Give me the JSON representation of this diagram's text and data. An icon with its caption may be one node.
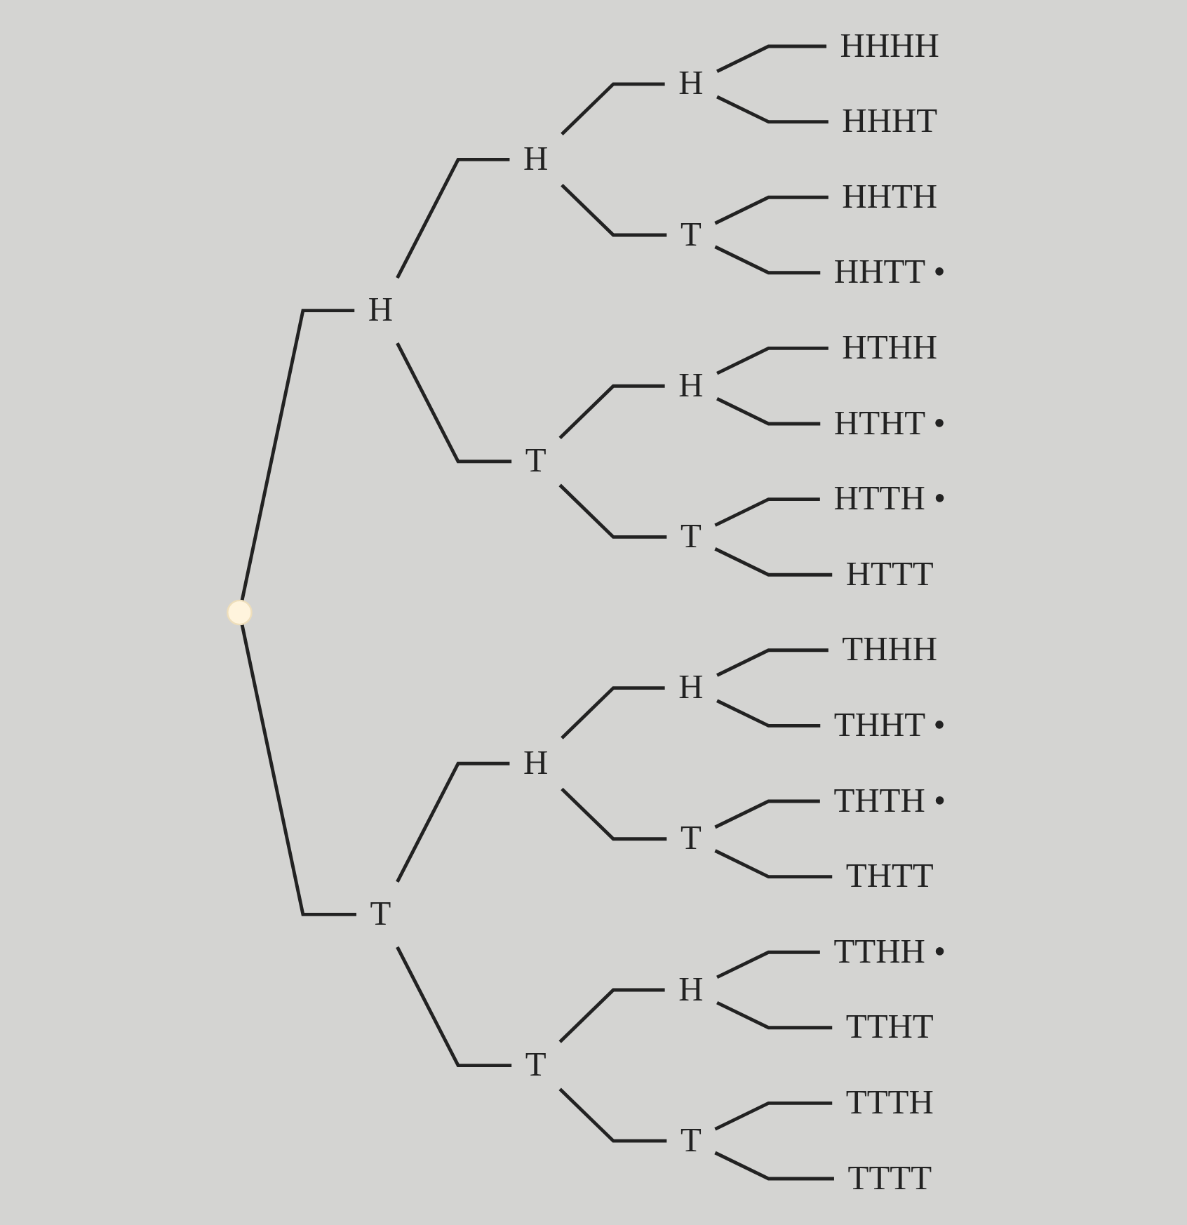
{
  "diagram": {
    "nodes": [
      {
        "text": [],
        "shape": "point"
      },
      {
        "text": [
          "H"
        ]
      },
      {
        "text": [
          "H"
        ]
      },
      {
        "text": [
          "H"
        ]
      },
      {
        "text": [
          "HHHH"
        ]
      },
      {
        "text": [
          "HHHT"
        ]
      },
      {
        "text": [
          "T"
        ]
      },
      {
        "text": [
          "HHTH"
        ]
      },
      {
        "text": [
          "HHTT"
        ],
        "beside": [
          "•"
        ]
      },
      {
        "text": [
          "T"
        ]
      },
      {
        "text": [
          "H"
        ]
      },
      {
        "text": [
          "HTHH"
        ]
      },
      {
        "text": [
          "HTHT"
        ],
        "beside": [
          "•"
        ]
      },
      {
        "text": [
          "T"
        ]
      },
      {
        "text": [
          "HTTH"
        ],
        "beside": [
          "•"
        ]
      },
      {
        "text": [
          "HTTT"
        ]
      },
      {
        "text": [
          "T"
        ]
      },
      {
        "text": [
          "H"
        ]
      },
      {
        "text": [
          "H"
        ]
      },
      {
        "text": [
          "THHH"
        ]
      },
      {
        "text": [
          "THHT"
        ],
        "beside": [
          "•"
        ]
      },
      {
        "text": [
          "T"
        ]
      },
      {
        "text": [
          "THTH"
        ],
        "beside": [
          "•"
        ]
      },
      {
        "text": [
          "THTT"
        ]
      },
      {
        "text": [
          "T"
        ]
      },
      {
        "text": [
          "H"
        ]
      },
      {
        "text": [
          "TTHH"
        ],
        "beside": [
          "•"
        ]
      },
      {
        "text": [
          "TTHT"
        ]
      },
      {
        "text": [
          "T"
        ]
      },
      {
        "text": [
          "TTTH"
        ]
      },
      {
        "text": [
          "TTTT"
        ]
      }
    ],
    "edges": [
      {
        "from": 0,
        "to": 1,
        "arrow": "none"
      },
      {
        "from": 1,
        "to": 2,
        "arrow": "none"
      },
      {
        "from": 2,
        "to": 3,
        "arrow": "none"
      },
      {
        "from": 3,
        "to": 4,
        "arrow": "none"
      },
      {
        "from": 3,
        "to": 5,
        "arrow": "none"
      },
      {
        "from": 2,
        "to": 6,
        "arrow": "none"
      },
      {
        "from": 6,
        "to": 7,
        "arrow": "none"
      },
      {
        "from": 6,
        "to": 8,
        "arrow": "none"
      },
      {
        "from": 1,
        "to": 9,
        "arrow": "none"
      },
      {
        "from": 9,
        "to": 10,
        "arrow": "none"
      },
      {
        "from": 10,
        "to": 11,
        "arrow": "none"
      },
      {
        "from": 10,
        "to": 12,
        "arrow": "none"
      },
      {
        "from": 9,
        "to": 13,
        "arrow": "none"
      },
      {
        "from": 13,
        "to": 14,
        "arrow": "none"
      },
      {
        "from": 13,
        "to": 15,
        "arrow": "none"
      },
      {
        "from": 0,
        "to": 16,
        "arrow": "none"
      },
      {
        "from": 16,
        "to": 17,
        "arrow": "none"
      },
      {
        "from": 17,
        "to": 18,
        "arrow": "none"
      },
      {
        "from": 18,
        "to": 19,
        "arrow": "none"
      },
      {
        "from": 18,
        "to": 20,
        "arrow": "none"
      },
      {
        "from": 17,
        "to": 21,
        "arrow": "none"
      },
      {
        "from": 21,
        "to": 22,
        "arrow": "none"
      },
      {
        "from": 21,
        "to": 23,
        "arrow": "none"
      },
      {
        "from": 16,
        "to": 24,
        "arrow": "none"
      },
      {
        "from": 24,
        "to": 25,
        "arrow": "none"
      },
      {
        "from": 25,
        "to": 26,
        "arrow": "none"
      },
      {
        "from": 25,
        "to": 27,
        "arrow": "none"
      },
      {
        "from": 24,
        "to": 28,
        "arrow": "none"
      },
      {
        "from": 28,
        "to": 29,
        "arrow": "none"
      },
      {
        "from": 28,
        "to": 30,
        "arrow": "none"
      }
    ]
  }
}
